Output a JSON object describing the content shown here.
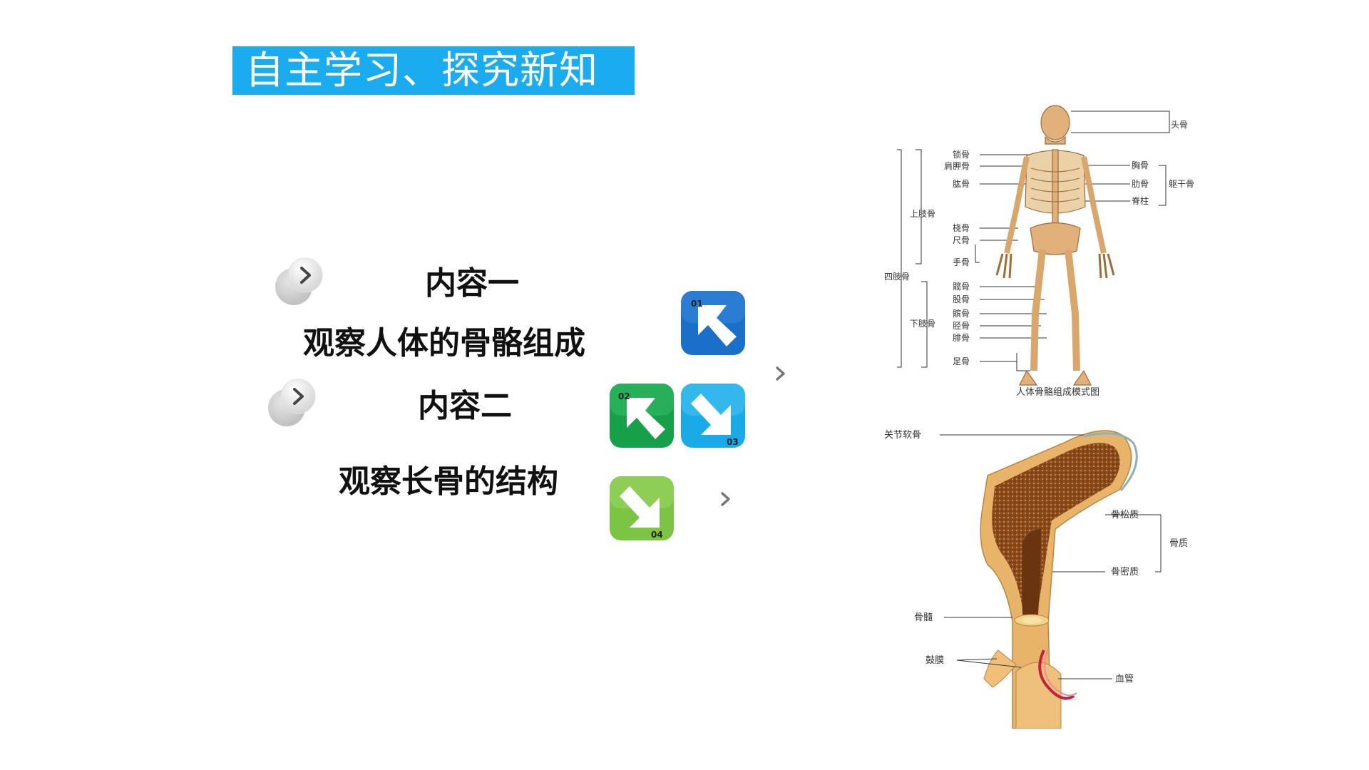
{
  "header": {
    "title": "自主学习、探究新知"
  },
  "content": {
    "item1_heading": "内容一",
    "item1_text": "观察人体的骨骼组成",
    "item2_heading": "内容二",
    "item2_text": "观察长骨的结构"
  },
  "tiles": [
    {
      "label": "01",
      "color": "#1a6fc9"
    },
    {
      "label": "02",
      "color": "#16a04a"
    },
    {
      "label": "03",
      "color": "#1aaae8"
    },
    {
      "label": "04",
      "color": "#7cc443"
    }
  ],
  "skeleton": {
    "caption": "人体骨骼组成模式图",
    "labels": {
      "head": "头骨",
      "clavicle": "锁骨",
      "scapula": "肩胛骨",
      "humerus": "肱骨",
      "upper_limb": "上肢骨",
      "radius": "桡骨",
      "ulna": "尺骨",
      "hand": "手骨",
      "four_limbs": "四肢骨",
      "hip": "髋骨",
      "femur": "股骨",
      "patella": "髌骨",
      "tibia": "胫骨",
      "fibula": "腓骨",
      "lower_limb": "下肢骨",
      "foot": "足骨",
      "sternum": "胸骨",
      "rib": "肋骨",
      "trunk": "躯干骨",
      "spine": "脊柱"
    }
  },
  "long_bone": {
    "labels": {
      "cartilage": "关节软骨",
      "spongy": "骨松质",
      "substance": "骨质",
      "compact": "骨密质",
      "marrow": "骨髓",
      "periosteum": "鼓膜",
      "vessel": "血管"
    }
  },
  "colors": {
    "title_bg": "#1aacee",
    "bone": "#e8b46a",
    "spongy": "#8a4a1c"
  }
}
